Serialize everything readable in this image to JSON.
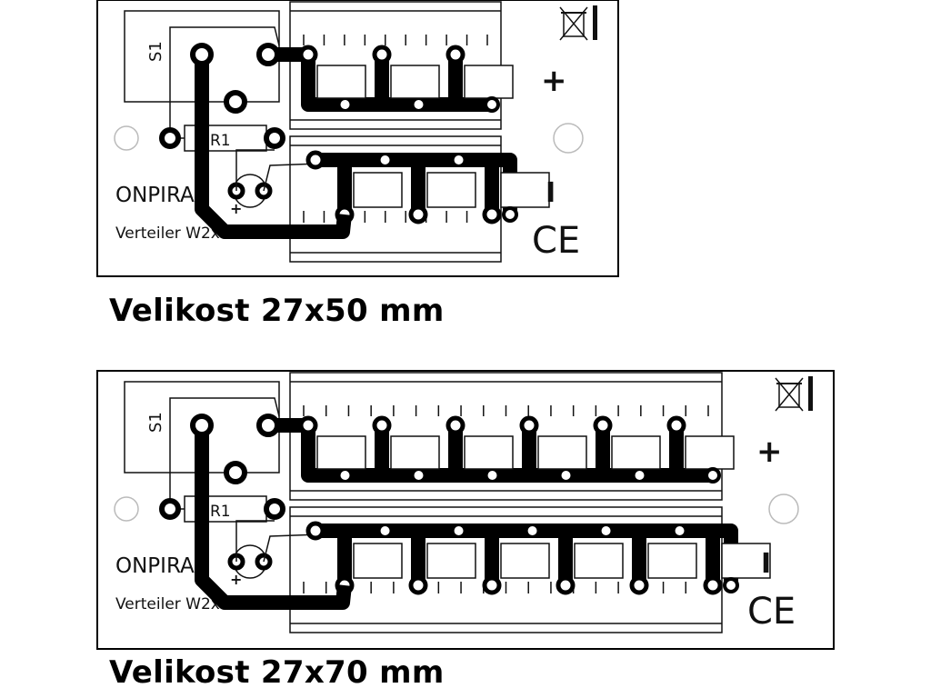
{
  "boards": [
    {
      "id": "board-50",
      "caption": "Velikost 27x50 mm",
      "switch_label": "S1",
      "resistor_label": "R1",
      "led_plus_label": "+",
      "brand_text": "ONPIRA",
      "model_text": "Verteiler W2x6M",
      "plus_label": "+",
      "minus_label": "I",
      "ce_mark": "CE",
      "terminal_columns": 3
    },
    {
      "id": "board-70",
      "caption": "Velikost 27x70 mm",
      "switch_label": "S1",
      "resistor_label": "R1",
      "led_plus_label": "+",
      "brand_text": "ONPIRA",
      "model_text": "Verteiler W2x12M",
      "plus_label": "+",
      "minus_label": "I",
      "ce_mark": "CE",
      "terminal_columns": 6
    }
  ],
  "colors": {
    "copper_trace": "#000000",
    "board_outline": "#000000",
    "board_fill": "#ffffff"
  },
  "icons": [
    "crossed-bin-weee-icon",
    "ce-mark-icon",
    "mounting-hole-icon"
  ]
}
